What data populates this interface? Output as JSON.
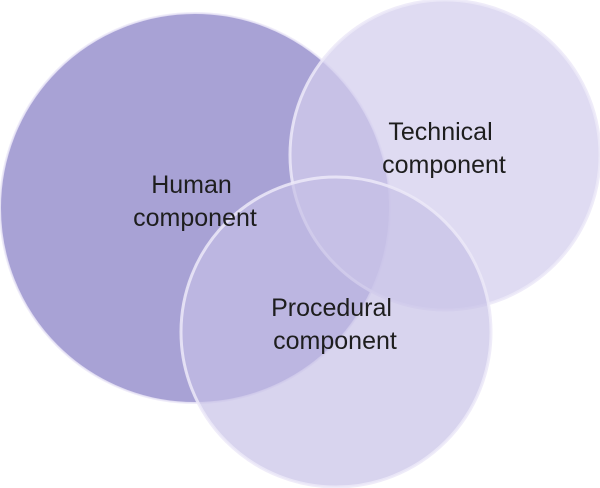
{
  "diagram": {
    "circles": [
      {
        "id": "human",
        "label_lines": [
          "Human",
          "component"
        ],
        "fill": "#a59fd4",
        "opacity": 0.97
      },
      {
        "id": "technical",
        "label_lines": [
          "Technical",
          "component"
        ],
        "fill": "#d2cded",
        "opacity": 0.72
      },
      {
        "id": "procedural",
        "label_lines": [
          "Procedural",
          "component"
        ],
        "fill": "#c5c0e6",
        "opacity": 0.68
      }
    ],
    "stroke_color": "#ece9f8",
    "text_color": "#1e1e1e"
  }
}
